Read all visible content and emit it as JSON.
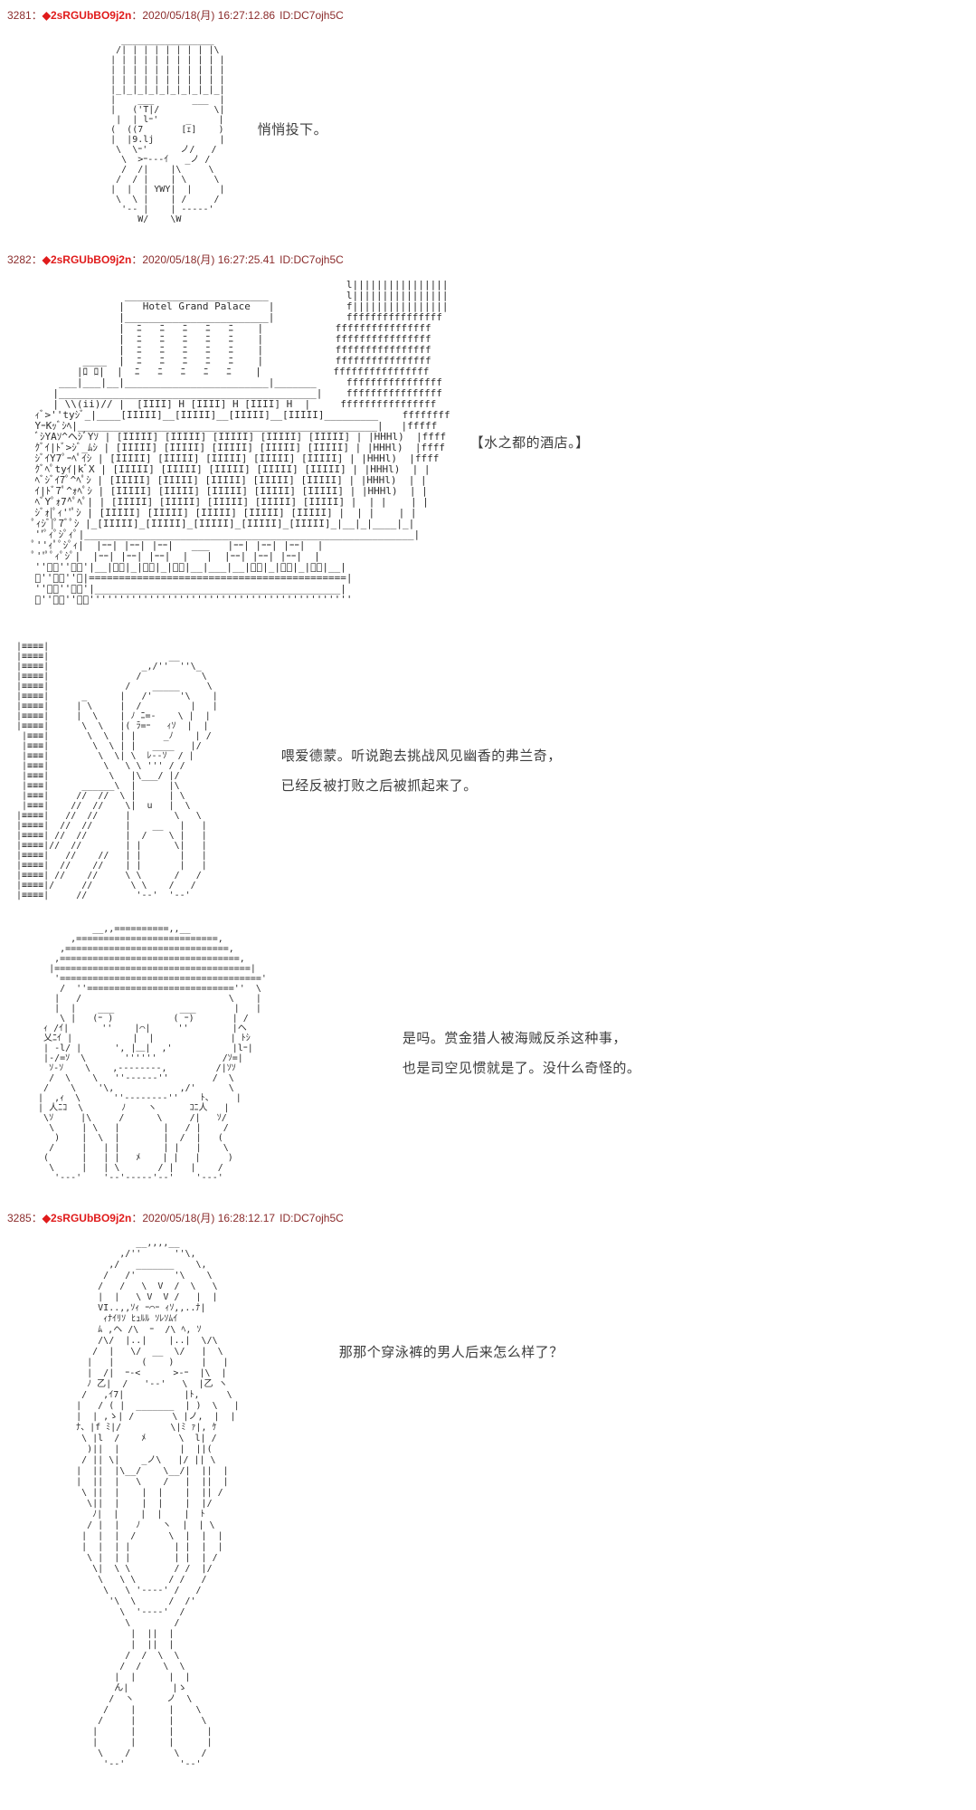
{
  "colors": {
    "header": "#8b2c2c",
    "tripcode": "#e01b1b",
    "aa_text": "#2b2b2b",
    "dialogue_text": "#3c3c3c",
    "page_background": "#ffffff"
  },
  "posts": [
    {
      "header": {
        "num": "3281",
        "sep1": "：",
        "trip": "◆2sRGUbBO9j2n",
        "sep2": "：",
        "datetime": "2020/05/18(月) 16:27:12.86",
        "id": "ID:DC7ojh5C"
      },
      "scenes": [
        {
          "aa": [
            "        _________________",
            "       /| | | | | | | | |\\",
            "      | | | | | | | | | | |",
            "      | | | | | | | | | | |",
            "      | | | | | | | | | | |",
            "      |_|_|_|_|_|_|_|_|_|_|",
            "      |    ___       ___  |",
            "      |   ('T|/          \\|",
            "       |  | lｰ'     _     |",
            "      (  ((7       [ｪ]    )",
            "      |  |9.lj            |",
            "       \\  \\ｰ'      ノ/   /",
            "        \\  >ｰ---ｲ   _ノ /",
            "        /  /|    |\\     \\",
            "       /  / |    | \\     \\",
            "      |  |  | YWY|  |     |",
            "       \\  \\ |    | /     /",
            "        '-- |    | -----'",
            "           W/    \\W"
          ],
          "dialogue": [
            "悄悄投下。"
          ]
        }
      ]
    },
    {
      "header": {
        "num": "3282",
        "sep1": "：",
        "trip": "◆2sRGUbBO9j2n",
        "sep2": "：",
        "datetime": "2020/05/18(月) 16:27:25.41",
        "id": "ID:DC7ojh5C"
      },
      "hotel_sign": "Hotel Grand Palace",
      "scenes": [
        {
          "aa": [
            "                                                        l||||||||||||||||",
            "                   ________________________             l||||||||||||||||",
            "                  |   Hotel Grand Palace   |            f||||||||||||||||",
            "                  |________________________|            ffffffffffffffff",
            "                  |  ﾆ   ﾆ   ﾆ   ﾆ   ﾆ    |            ffffffffffffffff",
            "                  |  ﾆ   ﾆ   ﾆ   ﾆ   ﾆ    |            ffffffffffffffff",
            "                  |  ﾆ   ﾆ   ﾆ   ﾆ   ﾆ    |            ffffffffffffffff",
            "            ____  |  ﾆ   ﾆ   ﾆ   ﾆ   ﾆ    |            ffffffffffffffff",
            "           |ﾛ ﾛ|  |  ﾆ   ﾆ   ﾆ   ﾆ   ﾆ    |            ffffffffffffffff",
            "        ___|___|__|________________________|_______     ffffffffffffffff",
            "       |___________________________________________|    ffffffffffffffff",
            "       | \\\\(ii)// |  [IIII] H [IIII] H [IIII] H  |     ffffffffffffffff",
            "    ｨﾞ>''tyｼﾞ_|____[IIIII]__[IIIII]__[IIIII]__[IIIII]_________    ffffffff",
            "    YｰKｯﾞｼﾍ|__________________________________________________|   |fffff",
            "    ﾞｼYAｿ^ヘｼﾞYｿ | [IIIII] [IIIII] [IIIII] [IIIII] [IIIII] | |HHHl)  |ffff",
            "    ｸﾞｲ|ﾄﾞ>ｼﾞ_ﾑｼ | [IIIII] [IIIII] [IIIII] [IIIII] [IIIII] | |HHHl)  |ffff",
            "    ｼﾞｲY7ﾟｰﾍﾟｲｼ | [IIIII] [IIIII] [IIIII] [IIIII] [IIIII] | |HHHl)  |ffff",
            "    ｸﾞﾍﾟtyｲ|kﾞX | [IIIII] [IIIII] [IIIII] [IIIII] [IIIII] | |HHHl)  | |",
            "    ﾍﾞｼﾞｲ7ﾟ^ﾍﾟｼ | [IIIII] [IIIII] [IIIII] [IIIII] [IIIII] | |HHHl)  | |",
            "    ｲ|ﾄﾞ7ﾟ^ｫﾍﾟｼ | [IIIII] [IIIII] [IIIII] [IIIII] [IIIII] | |HHHl)  | |",
            "    ﾍﾞYﾟｫ7^ﾟﾍﾟ| | [IIIII] [IIIII] [IIIII] [IIIII] [IIIII] |  | |    | |",
            "    ｼﾞｫ|ﾟｨ''ﾟｼ | [IIIII] [IIIII] [IIIII] [IIIII] [IIIII] |  | |    | |",
            "    ﾟｨｼﾞ|ﾟ7ﾞﾟｼ |_[IIIII]_[IIIII]_[IIIII]_[IIIII]_[IIIII]_|__|_|____|_|",
            "    ''ﾟｨﾟｼﾟｨﾟ|_______________________________________________________|",
            "    ﾟ''ｨﾟﾟｼﾟｨ|  |ｰｰ| |ｰｰ| |ｰｰ|   ___   |ｰｰ| |ｰｰ| |ｰｰ|  |",
            "    ﾟ''ﾟﾟｨﾟｼﾟ|  |ｰｰ| |ｰｰ| |ｰｰ|  |   |  |ｰｰ| |ｰｰ| |ｰｰ|  |",
            "    ''ﾟﾟ''ﾟﾟ'|__|ｰｰ|_|ｰｰ|_|ｰｰ|__|___|__|ｰｰ|_|ｰｰ|_|ｰｰ|__|",
            "    ﾟ''ﾟﾟ''ﾟ|===========================================|",
            "    ''ﾟﾟ''ﾟﾟ'|_________________________________________|",
            "    ﾟ''ﾟﾟ''ﾟﾟ''''''''''''''''''''''''''''''''''''''''''''"
          ],
          "dialogue": [
            "【水之都的酒店。】"
          ]
        },
        {
          "aa": [
            " |≡≡≡≡|",
            " |≡≡≡≡|                      __",
            " |≡≡≡≡|                 _,/''  ''\\_",
            " |≡≡≡≡|                /           \\",
            " |≡≡≡≡|              /    _____     \\",
            " |≡≡≡≡|      _      |   /'     '\\    |",
            " |≡≡≡≡|     | \\     |  /         |   |",
            " |≡≡≡≡|     |  \\    | ﾉ ﾆ=-    \\ |  |",
            " |≡≡≡≡|      \\  \\   |( ﾗ=ｰ   ｨｿ  |  |",
            "  |≡≡≡|       \\  \\  | |     _ﾉ    | /",
            "  |≡≡≡|        \\  \\ | |   ____   |/",
            "  |≡≡≡|         \\  \\| \\  ﾚ--ｿ  / |",
            "  |≡≡≡|          \\   \\ \\ ''' / /",
            "  |≡≡≡|           \\   |\\___/ |/",
            "  |≡≡≡|      ______\\  |      |\\",
            "  |≡≡≡|     //  //  \\ |      | \\",
            "  |≡≡≡|    //  //    \\|  u   |  \\",
            " |≡≡≡≡|   //  //     |        \\   \\",
            " |≡≡≡≡|  //  //      |    __   |   |",
            " |≡≡≡≡| //  //       |  /    \\ |   |",
            " |≡≡≡≡|//  //        | |      \\|   |",
            " |≡≡≡≡|   //    //   | |       |   |",
            " |≡≡≡≡|  //    //    | |       |   |",
            " |≡≡≡≡| //    //     \\ \\      /   /",
            " |≡≡≡≡|/     //       \\ \\    /   /",
            " |≡≡≡≡|     //         '--'  '--'"
          ],
          "dialogue": [
            "喂爱德蒙。听说跑去挑战风见幽香的弗兰奇，",
            "已经反被打败之后被抓起来了。"
          ]
        },
        {
          "aa": [
            "            __,,==========,,__",
            "        ,==========================,",
            "      ,==============================,",
            "     ,=================================,",
            "    |====================================|",
            "     '====================================='",
            "      /  ''===========================''  \\",
            "     |   /                           \\    |",
            "     |  |    ___            ___       |   |",
            "      \\ |   (ｰ )           ( ｰ)       | /",
            "   ｨ /ｲ|      ''    |⌒|     ''        |ヘ",
            "   乂ﾆｲ |           |  |              | ﾄｼ",
            "   | -l/ |      ', |＿|  ,'           |lｰ|",
            "   |-/=ｿ  \\       ''''''            /ｿ=|",
            "    ｿ-ｿ    \\    ,--------,         /|ｿｿ",
            "    /  \\    \\   ''------''        /  \\",
            "   /    \\    '\\,            ,/'      \\",
            "  |  ,ｨ  \\      ''--------''    ﾄ、    |",
            "  | 人ﾆｺ  \\       ﾉ    ヽ      ｺﾆ人   |",
            "   \\ｿ     |\\     /      \\     /|   ｿ/",
            "    \\     | \\   |        |   / |    /",
            "     )    |  \\  |        |  /  |   (",
            "    /     |   | |        | |   |    \\",
            "   (      |   | |   ﾒ    | |   |     )",
            "    \\     |   | \\       / |   |    /",
            "     '---'    '--'-----'--'    '---'"
          ],
          "dialogue": [
            "是吗。赏金猎人被海贼反杀这种事，",
            "也是司空见惯就是了。没什么奇怪的。"
          ]
        }
      ]
    },
    {
      "header": {
        "num": "3285",
        "sep1": "：",
        "trip": "◆2sRGUbBO9j2n",
        "sep2": "：",
        "datetime": "2020/05/18(月) 16:28:12.17",
        "id": "ID:DC7ojh5C"
      },
      "scenes": [
        {
          "aa": [
            "               __,,,,__",
            "            ,/''      ''\\,",
            "          ,/   _______    \\,",
            "         /   /'       '\\    \\",
            "        /   /   \\  V  /  \\   \\",
            "        |  |   \\ V  V /   |  |",
            "        VI..,,ｿｨ ｰ⌒ｰ ｨｿ,,..ﾅ|",
            "         ｨﾅｲﾘｿ ﾋｭﾙﾙ ｿﾚｿﾑｲ",
            "        ﾑ ,ヘ /\\  ｰ  /\\ ﾍ, ｿ",
            "        /\\/  |..|    |..|  \\/\\",
            "       /  |   \\/  __  \\/   |  \\",
            "      |   |     (    )     |   |",
            "      |  /|  ｰ-<      >-ｰ  |\\  |",
            "      ﾉ 乙|  /   '--'   \\  |乙 ヽ",
            "     /   ,ｲ7|           |ﾄ,     \\",
            "    |   / ( |  _______  | )  \\   |",
            "    |  | ,ゝ| /       \\ |ノ,  |  |",
            "    ﾅ、|f ﾐ|/         \\|ﾐ ｧ|, ｹ",
            "     \\ |l  /    ﾒ      \\  l| /",
            "      )||  |           |  ||(",
            "     / || \\|    _ノ\\   |/ || \\",
            "    |  ||  |\\__/    \\__/|  ||  |",
            "    |  ||  |   \\    /   |  ||  |",
            "     \\ ||  |    |  |    |  || /",
            "      \\||  |    |  |    |  |/",
            "       ﾉ|  |    |  |    |  ﾄ",
            "      / |  |   ﾉ    ヽ  |  | \\",
            "     |  |  |  /      \\  |  |  |",
            "     |  |  | |        | |  |  |",
            "      \\ |  | |        | |  | /",
            "       \\|  \\ \\        / /  |/",
            "        \\   \\ \\      / /   /",
            "         \\   \\ '----' /   /",
            "          '\\  \\      /  /'",
            "            \\  '----'  /",
            "             \\        /",
            "              |  ||  |",
            "              |  ||  |",
            "             /  /  \\  \\",
            "            /  /    \\  \\",
            "           |  |      |  |",
            "           ん|        |ゝ",
            "          /  ヽ      ノ  \\",
            "         /    |      |    \\",
            "        /     |      |     \\",
            "       |      |      |      |",
            "       |      |      |      |",
            "        \\    /        \\    /",
            "         '--'          '--'"
          ],
          "dialogue": [
            "那那个穿泳裤的男人后来怎么样了？"
          ]
        }
      ]
    }
  ]
}
